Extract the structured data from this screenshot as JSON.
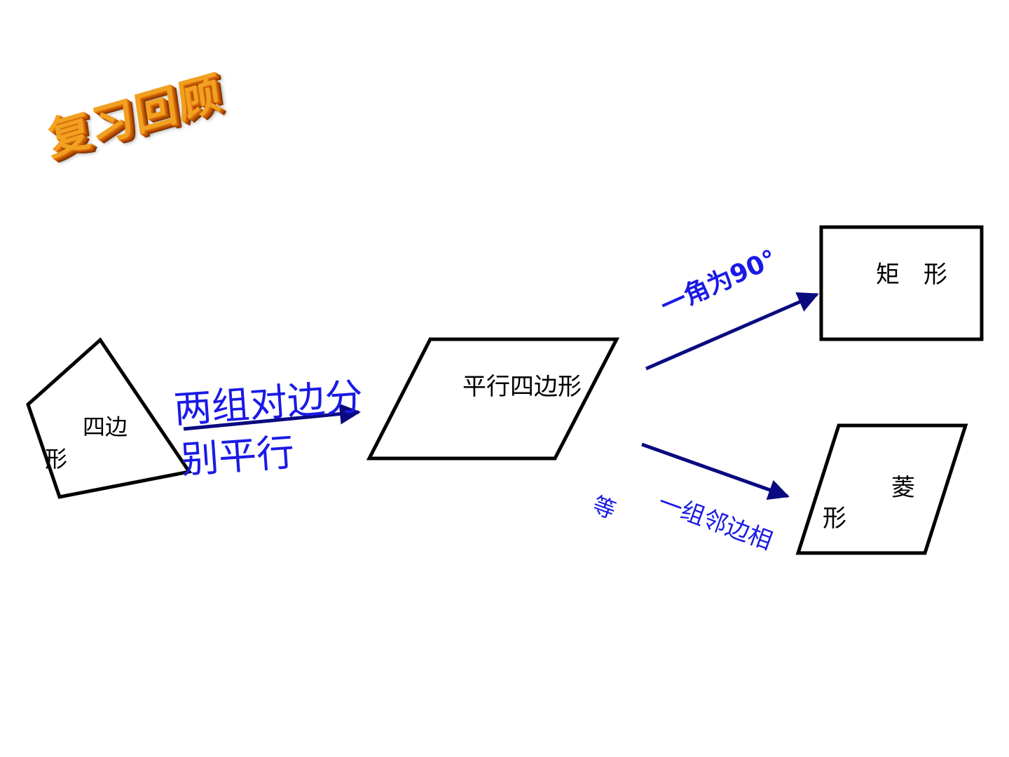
{
  "title": "复习回顾",
  "shapes": {
    "quadrilateral": {
      "line1": "四边",
      "line2": "形"
    },
    "parallelogram": {
      "label": "平行四边形"
    },
    "rectangle": {
      "label": "矩　形"
    },
    "rhombus": {
      "line1": "菱",
      "line2": "形"
    }
  },
  "conditions": {
    "to_parallelogram": {
      "line1": "两组对边分",
      "line2": "别平行"
    },
    "to_rectangle": {
      "text": "一角为90°"
    },
    "to_rhombus": {
      "main": "一组邻边相",
      "tail": "等"
    }
  },
  "colors": {
    "outline": "#000000",
    "arrow": "#0a0a80",
    "condition_text": "#1a1ae6",
    "title_fill": "#f2a020"
  }
}
